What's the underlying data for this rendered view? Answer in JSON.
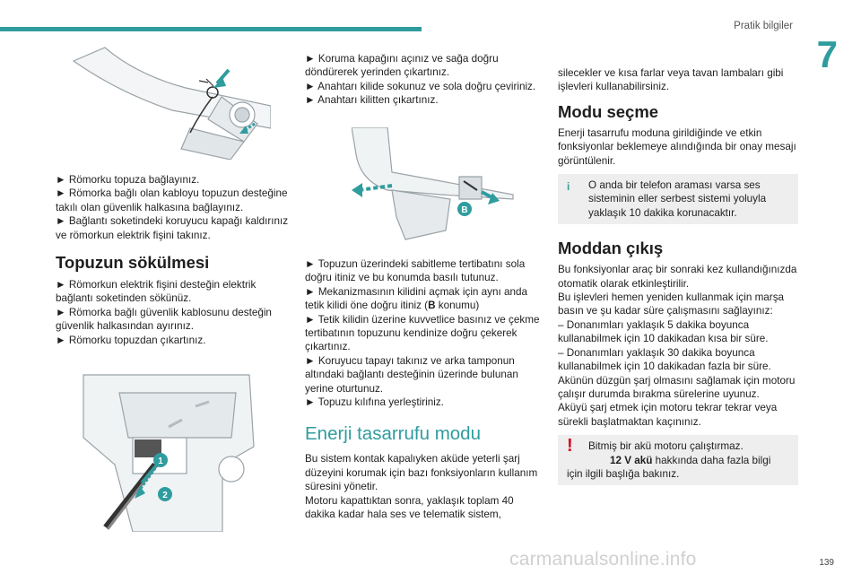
{
  "header": {
    "section": "Pratik bilgiler",
    "chapter": "7",
    "page_number": "139"
  },
  "watermark": "carmanualsonline.info",
  "colors": {
    "accent": "#2f9c9e",
    "info": "#2f9c9e",
    "warning": "#d6001c",
    "note_bg": "#eeeeee"
  },
  "col1": {
    "p1": [
      "► Römorku topuza bağlayınız.",
      "► Römorka bağlı olan kabloyu topuzun desteğine takılı olan güvenlik halkasına bağlayınız.",
      "► Bağlantı soketindeki koruyucu kapağı kaldırınız ve römorkun elektrik fişini takınız."
    ],
    "heading": "Topuzun sökülmesi",
    "p2": [
      "► Römorkun elektrik fişini desteğin elektrik bağlantı soketinden sökünüz.",
      "► Römorka bağlı güvenlik kablosunu desteğin güvenlik halkasından ayırınız.",
      "► Römorku topuzdan çıkartınız."
    ],
    "fig2_labels": [
      "1",
      "2"
    ]
  },
  "col2": {
    "p1": [
      "► Koruma kapağını açınız ve sağa doğru döndürerek yerinden çıkartınız.",
      "► Anahtarı kilide sokunuz ve sola doğru çeviriniz.",
      "► Anahtarı kilitten çıkartınız."
    ],
    "fig_label": "B",
    "p2a": "► Topuzun üzerindeki sabitleme tertibatını sola doğru itiniz ve bu konumda basılı tutunuz.",
    "p2b_pre": "► Mekanizmasının kilidini açmak için aynı anda tetik kilidi öne doğru itiniz (",
    "p2b_bold": "B",
    "p2b_post": " konumu)",
    "p2c": [
      "► Tetik kilidin üzerine kuvvetlice basınız ve çekme tertibatının topuzunu kendinize doğru çekerek çıkartınız.",
      "► Koruyucu tapayı takınız ve arka tamponun altındaki bağlantı desteğinin üzerinde bulunan yerine oturtunuz.",
      "► Topuzu kılıfına yerleştiriniz."
    ],
    "heading": "Enerji tasarrufu modu",
    "p3": [
      "Bu sistem kontak kapalıyken aküde yeterli şarj düzeyini korumak için bazı fonksiyonların kullanım süresini yönetir.",
      "Motoru kapattıktan sonra, yaklaşık toplam 40 dakika kadar hala ses ve telematik sistem,"
    ]
  },
  "col3": {
    "p1": "silecekler ve kısa farlar veya tavan lambaları gibi işlevleri kullanabilirsiniz.",
    "heading1": "Modu seçme",
    "p2": "Enerji tasarrufu moduna girildiğinde ve etkin fonksiyonlar beklemeye alındığında bir onay mesajı görüntülenir.",
    "info_icon": "i",
    "info_text": "O anda bir telefon araması varsa ses sisteminin eller serbest sistemi yoluyla yaklaşık 10 dakika korunacaktır.",
    "heading2": "Moddan çıkış",
    "p3": [
      "Bu fonksiyonlar araç bir sonraki kez kullandığınızda otomatik olarak etkinleştirilir.",
      "Bu işlevleri hemen yeniden kullanmak için marşa basın ve şu kadar süre çalışmasını sağlayınız:",
      "– Donanımları yaklaşık 5 dakika boyunca kullanabilmek için 10 dakikadan kısa bir süre.",
      "– Donanımları yaklaşık 30 dakika boyunca kullanabilmek için 10 dakikadan fazla bir süre.",
      "Akünün düzgün şarj olmasını sağlamak için motoru çalışır durumda bırakma sürelerine uyunuz.",
      "Aküyü şarj etmek için motoru tekrar tekrar veya sürekli başlatmaktan kaçınınız."
    ],
    "warn_icon": "!",
    "warn_line1": "Bitmiş bir akü motoru çalıştırmaz.",
    "warn_bold": "12 V akü",
    "warn_rest": " hakkında daha fazla bilgi için ilgili başlığa bakınız."
  }
}
